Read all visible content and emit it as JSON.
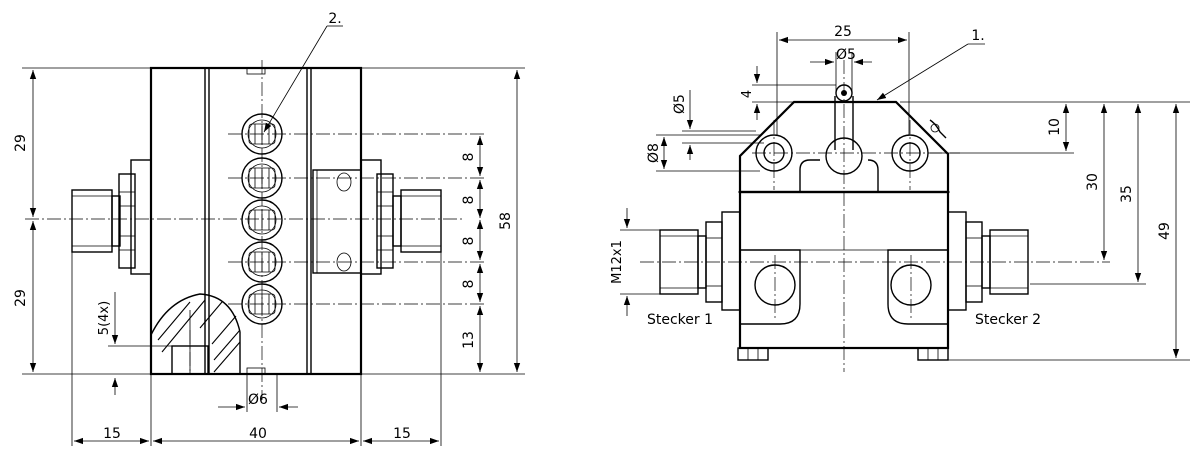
{
  "front_view": {
    "dim_left_top": "29",
    "dim_left_bottom": "29",
    "dim_pitch_1": "8",
    "dim_pitch_2": "8",
    "dim_pitch_3": "8",
    "dim_pitch_4": "8",
    "dim_bottom_13": "13",
    "dim_total_height": "58",
    "dim_hole_depth": "5(4x)",
    "dim_hole_dia": "Ø6",
    "dim_left_connector": "15",
    "dim_body_width": "40",
    "dim_right_connector": "15",
    "callout_2": "2."
  },
  "side_view": {
    "dim_width_25": "25",
    "dim_dia_5_top": "Ø5",
    "dim_4": "4",
    "dim_dia_5_side": "Ø5",
    "dim_dia_8": "Ø8",
    "dim_10": "10",
    "dim_30": "30",
    "dim_35": "35",
    "dim_49": "49",
    "dim_thread": "M12x1",
    "label_plug_1": "Stecker 1",
    "label_plug_2": "Stecker 2",
    "callout_1": "1."
  }
}
